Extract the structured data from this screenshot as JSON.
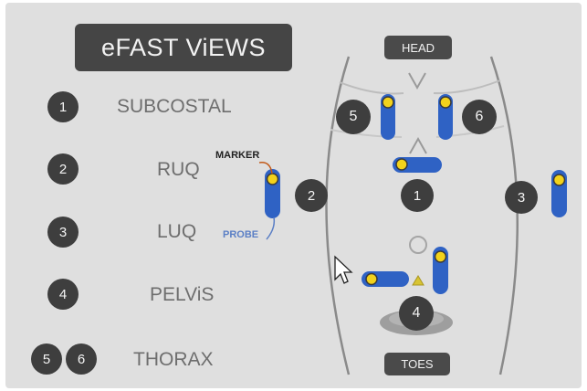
{
  "title": "eFAST ViEWS",
  "views": [
    {
      "num": "1",
      "label": "SUBCOSTAL"
    },
    {
      "num": "2",
      "label": "RUQ"
    },
    {
      "num": "3",
      "label": "LUQ"
    },
    {
      "num": "4",
      "label": "PELViS"
    },
    {
      "num": "5",
      "num2": "6",
      "label": "THORAX"
    }
  ],
  "probe_legend": {
    "marker": "MARKER",
    "probe": "PROBE"
  },
  "body_diagram": {
    "head": "HEAD",
    "toes": "TOES",
    "positions": [
      "1",
      "2",
      "3",
      "4",
      "5",
      "6"
    ]
  },
  "colors": {
    "probe": "#2f62c4",
    "marker": "#f2d21b",
    "probe_label": "#5b7fc5",
    "badge": "#3e3e3e"
  }
}
